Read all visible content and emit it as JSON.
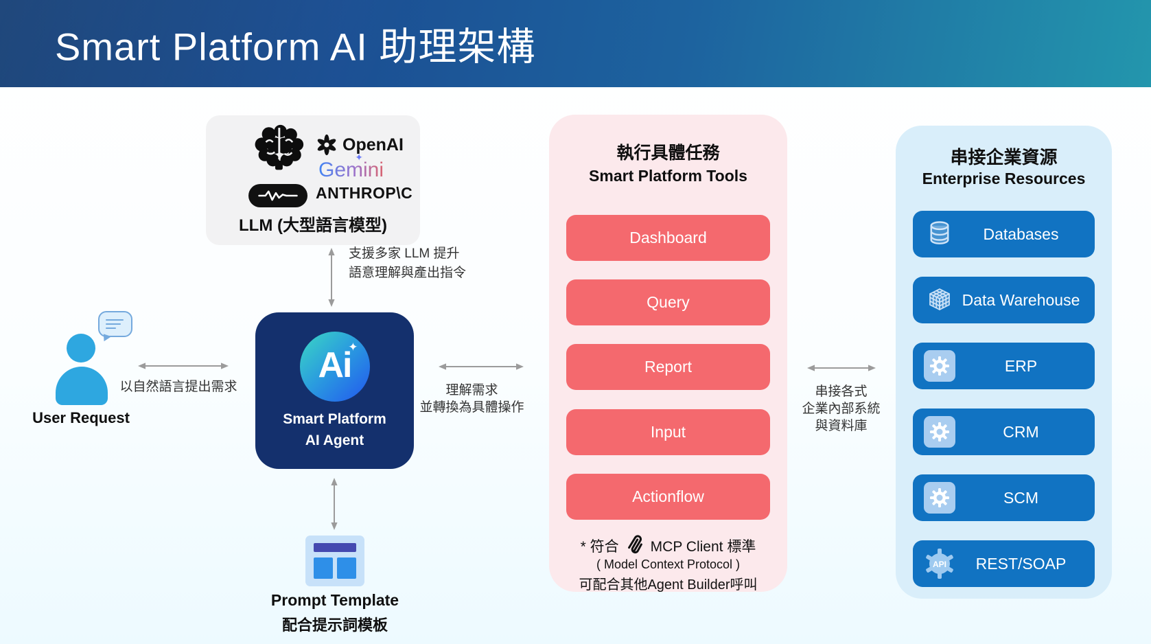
{
  "header": {
    "title": "Smart Platform AI 助理架構"
  },
  "llm": {
    "providers": {
      "openai": "OpenAI",
      "gemini": "Gemini",
      "anthropic": "ANTHROP\\C"
    },
    "caption": "LLM (大型語言模型)"
  },
  "user": {
    "label": "User Request"
  },
  "agent": {
    "logo": "Ai",
    "star": "✦",
    "name_line1": "Smart Platform",
    "name_line2": "AI Agent"
  },
  "prompt_template": {
    "title": "Prompt Template",
    "subtitle": "配合提示詞模板"
  },
  "connections": {
    "llm_agent": {
      "line1": "支援多家 LLM 提升",
      "line2": "語意理解與產出指令"
    },
    "user_agent": {
      "line1": "以自然語言提出需求"
    },
    "agent_tools": {
      "line1": "理解需求",
      "line2": "並轉換為具體操作"
    },
    "tools_enterprise": {
      "line1": "串接各式",
      "line2": "企業內部系統",
      "line3": "與資料庫"
    }
  },
  "tools": {
    "title_zh": "執行具體任務",
    "title_en": "Smart Platform Tools",
    "buttons": [
      "Dashboard",
      "Query",
      "Report",
      "Input",
      "Actionflow"
    ],
    "note": {
      "line1_prefix": "* 符合",
      "line1_suffix": "MCP Client 標準",
      "line2": "( Model Context Protocol )",
      "line3": "可配合其他Agent Builder呼叫"
    }
  },
  "enterprise": {
    "title_zh": "串接企業資源",
    "title_en": "Enterprise Resources",
    "api_icon_label": "API",
    "buttons": [
      {
        "label": "Databases",
        "icon": "database-icon"
      },
      {
        "label": "Data Warehouse",
        "icon": "data-warehouse-cube-icon"
      },
      {
        "label": "ERP",
        "icon": "gear-icon"
      },
      {
        "label": "CRM",
        "icon": "gear-icon"
      },
      {
        "label": "SCM",
        "icon": "gear-icon"
      },
      {
        "label": "REST/SOAP",
        "icon": "api-gear-icon"
      }
    ]
  },
  "colors": {
    "header_gradient_start": "#0f3a72",
    "header_gradient_end": "#2396ad",
    "agent_navy": "#14306d",
    "tools_panel_pink": "#fce9ec",
    "tools_button_coral": "#f4696e",
    "enterprise_panel_blue": "#d9eefa",
    "enterprise_button_blue": "#1173c2",
    "user_blue": "#2ea7e0",
    "arrow_gray": "#9b9b9b"
  }
}
